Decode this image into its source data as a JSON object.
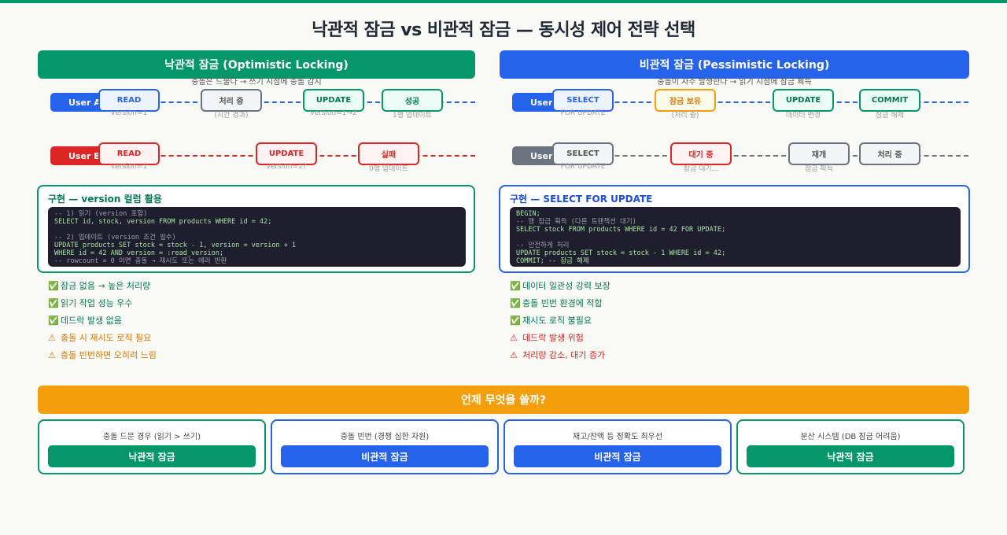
{
  "title": "낙관적 잠금 vs 비관적 잠금 — 동시성 제어 전략 선택",
  "optimistic": {
    "header": "낙관적 잠금 (Optimistic Locking)",
    "subtitle": "충돌은 드물다 → 쓰기 시점에 충돌 감지",
    "lanes": [
      {
        "user": "User A",
        "steps": [
          {
            "label": "READ",
            "note": "version=1",
            "style": "read"
          },
          {
            "label": "처리 중",
            "note": "(시간 경과)",
            "style": "neutral"
          },
          {
            "label": "UPDATE",
            "note": "version=1→2",
            "style": "ok"
          },
          {
            "label": "성공",
            "note": "1행 업데이트",
            "style": "ok"
          }
        ]
      },
      {
        "user": "User B",
        "steps": [
          {
            "label": "READ",
            "note": "version=1",
            "style": "fail"
          },
          {
            "label": "UPDATE",
            "note": "version=1?",
            "style": "fail"
          },
          {
            "label": "실패",
            "note": "0행 업데이트",
            "style": "fail"
          }
        ]
      }
    ],
    "impl_title": "구현 — version 컬럼 활용",
    "code": [
      {
        "text": "-- 1) 읽기 (version 포함)",
        "comment": true
      },
      {
        "text": "SELECT id, stock, version FROM products WHERE id = 42;",
        "comment": false
      },
      {
        "text": "",
        "blank": true
      },
      {
        "text": "-- 2) 업데이트 (version 조건 필수)",
        "comment": true
      },
      {
        "text": "UPDATE products SET stock = stock - 1, version = version + 1",
        "comment": false
      },
      {
        "text": "WHERE id = 42 AND version = :read_version;",
        "comment": false
      },
      {
        "text": "-- rowcount = 0 이면 충돌 → 재시도 또는 에러 반환",
        "comment": true
      }
    ],
    "pros": [
      "잠금 없음 → 높은 처리량",
      "읽기 작업 성능 우수",
      "데드락 발생 없음"
    ],
    "cons": [
      "충돌 시 재시도 로직 필요",
      "충돌 빈번하면 오히려 느림"
    ]
  },
  "pessimistic": {
    "header": "비관적 잠금 (Pessimistic Locking)",
    "subtitle": "충돌이 자주 발생한다 → 읽기 시점에 잠금 획득",
    "lanes": [
      {
        "user": "User A",
        "steps": [
          {
            "label": "SELECT",
            "note": "FOR UPDATE",
            "style": "read"
          },
          {
            "label": "잠금 보유",
            "note": "(처리 중)",
            "style": "hold"
          },
          {
            "label": "UPDATE",
            "note": "데이터 변경",
            "style": "ok"
          },
          {
            "label": "COMMIT",
            "note": "잠금 해제",
            "style": "ok"
          }
        ]
      },
      {
        "user": "User B",
        "steps": [
          {
            "label": "SELECT",
            "note": "FOR UPDATE",
            "style": "neutral"
          },
          {
            "label": "대기 중",
            "note": "잠금 대기...",
            "style": "fail"
          },
          {
            "label": "재개",
            "note": "잠금 획득",
            "style": "neutral"
          },
          {
            "label": "처리 중",
            "note": "",
            "style": "neutral"
          }
        ]
      }
    ],
    "impl_title": "구현 — SELECT FOR UPDATE",
    "code": [
      {
        "text": "BEGIN;",
        "comment": false
      },
      {
        "text": "-- 행 잠금 획득 (다른 트랜잭션 대기)",
        "comment": true
      },
      {
        "text": "SELECT stock FROM products WHERE id = 42 FOR UPDATE;",
        "comment": false
      },
      {
        "text": "",
        "blank": true
      },
      {
        "text": "-- 안전하게 처리",
        "comment": true
      },
      {
        "text": "UPDATE products SET stock = stock - 1 WHERE id = 42;",
        "comment": false
      },
      {
        "text": "COMMIT; -- 잠금 해제",
        "comment": false
      }
    ],
    "pros": [
      "데이터 일관성 강력 보장",
      "충돌 빈번 환경에 적합",
      "재시도 로직 불필요"
    ],
    "cons": [
      "데드락 발생 위험",
      "처리량 감소, 대기 증가"
    ]
  },
  "decision": {
    "header": "언제 무엇을 쓸까?",
    "cards": [
      {
        "case": "충돌 드문 경우 (읽기 > 쓰기)",
        "result": "낙관적 잠금",
        "kind": "optimistic"
      },
      {
        "case": "충돌 빈번 (경쟁 심한 자원)",
        "result": "비관적 잠금",
        "kind": "pessimistic"
      },
      {
        "case": "재고/잔액 등 정확도 최우선",
        "result": "비관적 잠금",
        "kind": "pessimistic"
      },
      {
        "case": "분산 시스템 (DB 잠금 어려움)",
        "result": "낙관적 잠금",
        "kind": "optimistic"
      }
    ]
  },
  "icons": {
    "pro": "✅",
    "warn": "⚠",
    "danger": "⚠"
  },
  "colors": {
    "optimistic": "#059669",
    "pessimistic": "#2563eb",
    "decision": "#f59e0b",
    "fail": "#dc2626",
    "hold": "#f59e0b",
    "neutral": "#6b7280"
  }
}
